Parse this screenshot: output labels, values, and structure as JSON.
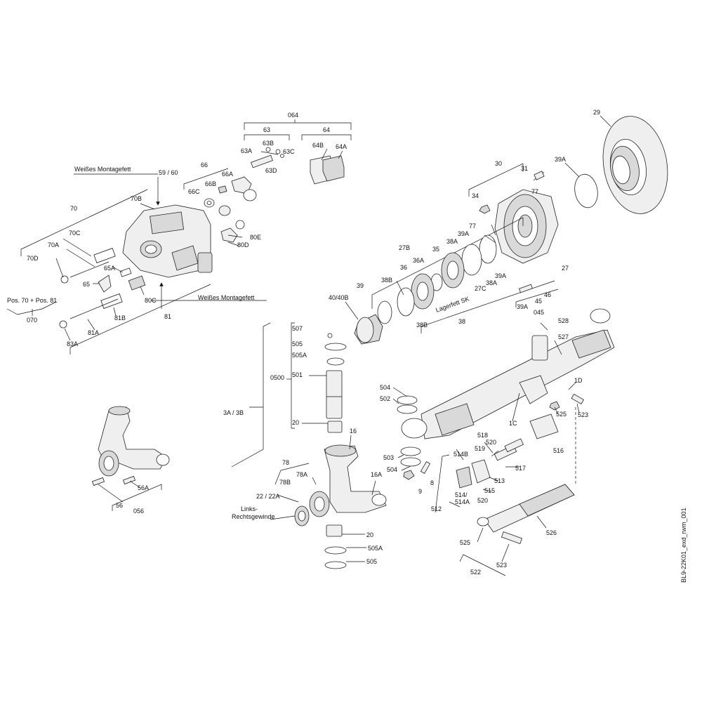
{
  "drawing": {
    "id_text": "BL9-22K01_exd_rwm_001",
    "notes": {
      "grease_top": "Weißes Montagefett",
      "grease_mid": "Weißes Montagefett",
      "pos_note": "Pos. 70 + Pos. 81",
      "bearing_grease": "Lagerfett SK",
      "thread_note_1": "Links-",
      "thread_note_2": "Rechtsgewinde"
    },
    "labels": {
      "l064": "064",
      "l63": "63",
      "l64": "64",
      "l63A": "63A",
      "l63B": "63B",
      "l63C": "63C",
      "l63D": "63D",
      "l64B": "64B",
      "l64A": "64A",
      "l66": "66",
      "l66A": "66A",
      "l66B": "66B",
      "l66C": "66C",
      "l5960": "59 / 60",
      "l70B": "70B",
      "l70": "70",
      "l70C": "70C",
      "l70A": "70A",
      "l70D": "70D",
      "l65A": "65A",
      "l65": "65",
      "l80E": "80E",
      "l80D": "80D",
      "l80C": "80C",
      "l81": "81",
      "l81B": "81B",
      "l81A": "81A",
      "l83A": "83A",
      "l070": "070",
      "l29": "29",
      "l30": "30",
      "l31": "31",
      "l39A_1": "39A",
      "l34": "34",
      "l77_1": "77",
      "l77_2": "77",
      "l39A_2": "39A",
      "l27B": "27B",
      "l35": "35",
      "l38A_1": "38A",
      "l36A": "36A",
      "l36": "36",
      "l38B_1": "38B",
      "l39": "39",
      "l4040B": "40/40B",
      "l27": "27",
      "l39A_3": "39A",
      "l38A_2": "38A",
      "l27C": "27C",
      "l46": "46",
      "l45": "45",
      "l39A_4": "39A",
      "l045": "045",
      "l38B_2": "38B",
      "l38": "38",
      "l507": "507",
      "l505_1": "505",
      "l505A_1": "505A",
      "l501": "501",
      "l0500": "0500",
      "l20_1": "20",
      "l3A3B": "3A / 3B",
      "l528": "528",
      "l527": "527",
      "l1D": "1D",
      "l504_1": "504",
      "l502": "502",
      "l525_1": "525",
      "l523_1": "523",
      "l1C": "1C",
      "l516": "516",
      "l16": "16",
      "l518": "518",
      "l520_1": "520",
      "l519": "519",
      "l503": "503",
      "l504_2": "504",
      "l514B": "514B",
      "l517": "517",
      "l78": "78",
      "l78A": "78A",
      "l78B": "78B",
      "l16A": "16A",
      "l8": "8",
      "l513": "513",
      "l9": "9",
      "l515": "515",
      "l514": "514/",
      "l514A": "514A",
      "l520_2": "520",
      "l2222A": "22 / 22A",
      "l512": "512",
      "l56A": "56A",
      "l56": "56",
      "l056": "056",
      "l20_2": "20",
      "l505A_2": "505A",
      "l505_2": "505",
      "l526": "526",
      "l525_2": "525",
      "l523_2": "523",
      "l522": "522"
    }
  }
}
